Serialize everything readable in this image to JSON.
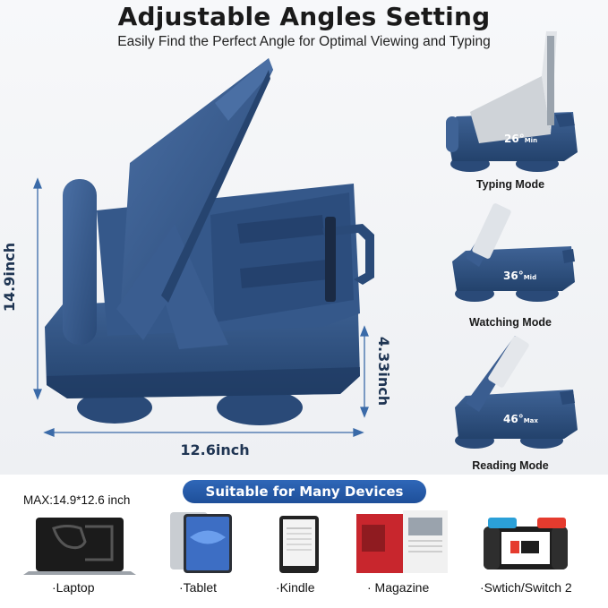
{
  "header": {
    "title": "Adjustable Angles Setting",
    "subtitle": "Easily Find the Perfect Angle for Optimal Viewing and Typing"
  },
  "dimensions": {
    "height": "14.9inch",
    "width": "12.6inch",
    "depth": "4.33inch"
  },
  "modes": [
    {
      "label": "Typing Mode",
      "angle": "26°",
      "level": "Min"
    },
    {
      "label": "Watching Mode",
      "angle": "36°",
      "level": "Mid"
    },
    {
      "label": "Reading Mode",
      "angle": "46°",
      "level": "Max"
    }
  ],
  "devices_panel": {
    "heading": "Suitable for Many Devices",
    "max_size": "MAX:14.9*12.6 inch",
    "devices": [
      {
        "label": "·Laptop",
        "icon": "laptop-icon"
      },
      {
        "label": "·Tablet",
        "icon": "tablet-icon"
      },
      {
        "label": "·Kindle",
        "icon": "kindle-icon"
      },
      {
        "label": "· Magazine",
        "icon": "magazine-icon"
      },
      {
        "label": "·Swtich/Switch 2",
        "icon": "game-console-icon"
      }
    ]
  },
  "colors": {
    "product_blue": "#2d4f80",
    "accent_blue": "#1e4f99",
    "dimension_text": "#1f3553"
  }
}
